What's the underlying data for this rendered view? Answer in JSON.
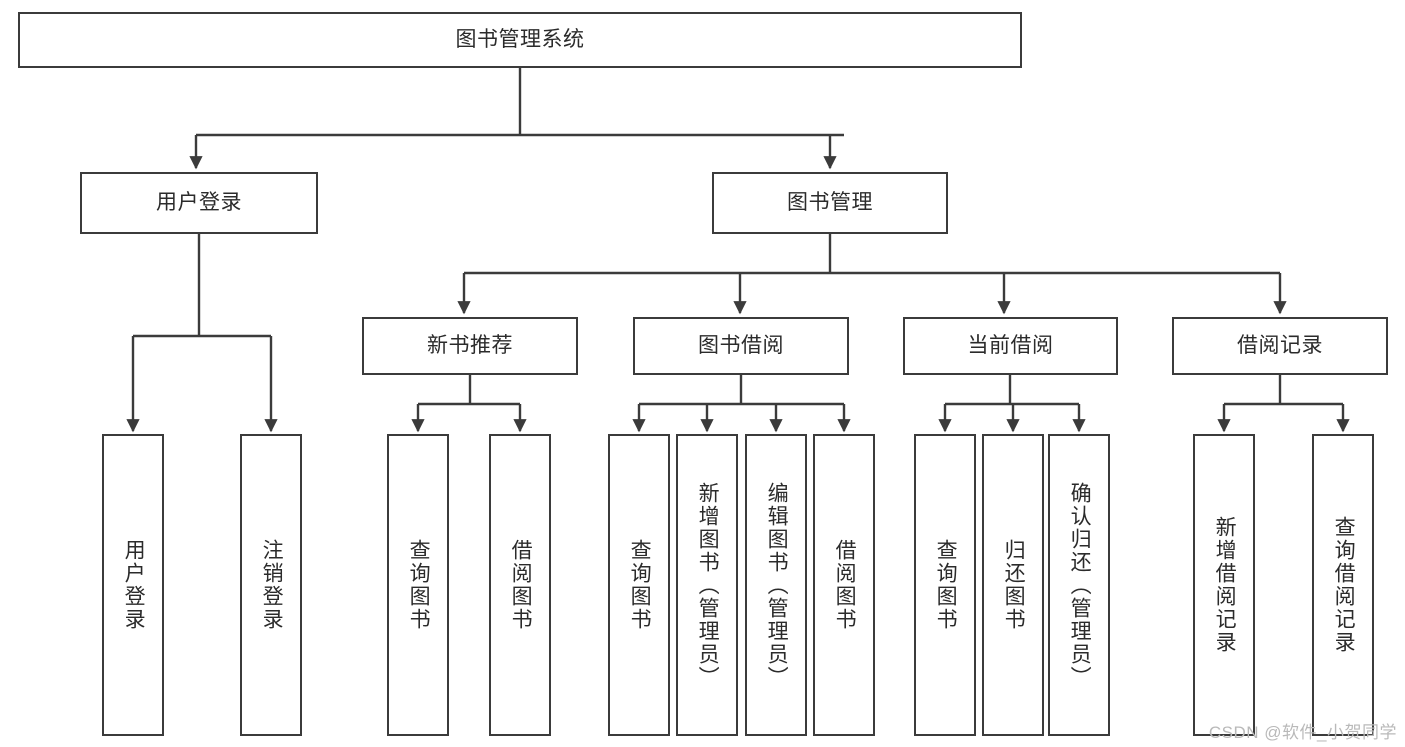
{
  "diagram": {
    "title": "图书管理系统",
    "type": "tree",
    "background": "#ffffff",
    "line_color": "#3b3b3b",
    "text_color": "#2b2b2b",
    "watermark": "CSDN @软件_小贺同学",
    "nodes": {
      "root": {
        "label": "图书管理系统",
        "level": 0,
        "orientation": "horizontal"
      },
      "user_login": {
        "label": "用户登录",
        "level": 1,
        "orientation": "horizontal"
      },
      "book_manage": {
        "label": "图书管理",
        "level": 1,
        "orientation": "horizontal"
      },
      "new_book_rec": {
        "label": "新书推荐",
        "level": 2,
        "orientation": "horizontal"
      },
      "book_borrow": {
        "label": "图书借阅",
        "level": 2,
        "orientation": "horizontal"
      },
      "current_borrow": {
        "label": "当前借阅",
        "level": 2,
        "orientation": "horizontal"
      },
      "borrow_record": {
        "label": "借阅记录",
        "level": 2,
        "orientation": "horizontal"
      },
      "leaf_user_login": {
        "label": "用户登录",
        "level": 2,
        "orientation": "vertical"
      },
      "leaf_logout": {
        "label": "注销登录",
        "level": 2,
        "orientation": "vertical"
      },
      "leaf_query_book_a": {
        "label": "查询图书",
        "level": 3,
        "orientation": "vertical"
      },
      "leaf_borrow_book_a": {
        "label": "借阅图书",
        "level": 3,
        "orientation": "vertical"
      },
      "leaf_query_book_b": {
        "label": "查询图书",
        "level": 3,
        "orientation": "vertical"
      },
      "leaf_add_book": {
        "label": "新增图书（管理员）",
        "level": 3,
        "orientation": "vertical"
      },
      "leaf_edit_book": {
        "label": "编辑图书（管理员）",
        "level": 3,
        "orientation": "vertical"
      },
      "leaf_borrow_book_b": {
        "label": "借阅图书",
        "level": 3,
        "orientation": "vertical"
      },
      "leaf_query_book_c": {
        "label": "查询图书",
        "level": 3,
        "orientation": "vertical"
      },
      "leaf_return_book": {
        "label": "归还图书",
        "level": 3,
        "orientation": "vertical"
      },
      "leaf_confirm_return": {
        "label": "确认归还（管理员）",
        "level": 3,
        "orientation": "vertical"
      },
      "leaf_add_record": {
        "label": "新增借阅记录",
        "level": 3,
        "orientation": "vertical"
      },
      "leaf_query_record": {
        "label": "查询借阅记录",
        "level": 3,
        "orientation": "vertical"
      }
    },
    "edges": [
      {
        "from": "root",
        "to": "user_login"
      },
      {
        "from": "root",
        "to": "book_manage"
      },
      {
        "from": "user_login",
        "to": "leaf_user_login"
      },
      {
        "from": "user_login",
        "to": "leaf_logout"
      },
      {
        "from": "book_manage",
        "to": "new_book_rec"
      },
      {
        "from": "book_manage",
        "to": "book_borrow"
      },
      {
        "from": "book_manage",
        "to": "current_borrow"
      },
      {
        "from": "book_manage",
        "to": "borrow_record"
      },
      {
        "from": "new_book_rec",
        "to": "leaf_query_book_a"
      },
      {
        "from": "new_book_rec",
        "to": "leaf_borrow_book_a"
      },
      {
        "from": "book_borrow",
        "to": "leaf_query_book_b"
      },
      {
        "from": "book_borrow",
        "to": "leaf_add_book"
      },
      {
        "from": "book_borrow",
        "to": "leaf_edit_book"
      },
      {
        "from": "book_borrow",
        "to": "leaf_borrow_book_b"
      },
      {
        "from": "current_borrow",
        "to": "leaf_query_book_c"
      },
      {
        "from": "current_borrow",
        "to": "leaf_return_book"
      },
      {
        "from": "current_borrow",
        "to": "leaf_confirm_return"
      },
      {
        "from": "borrow_record",
        "to": "leaf_add_record"
      },
      {
        "from": "borrow_record",
        "to": "leaf_query_record"
      }
    ]
  }
}
